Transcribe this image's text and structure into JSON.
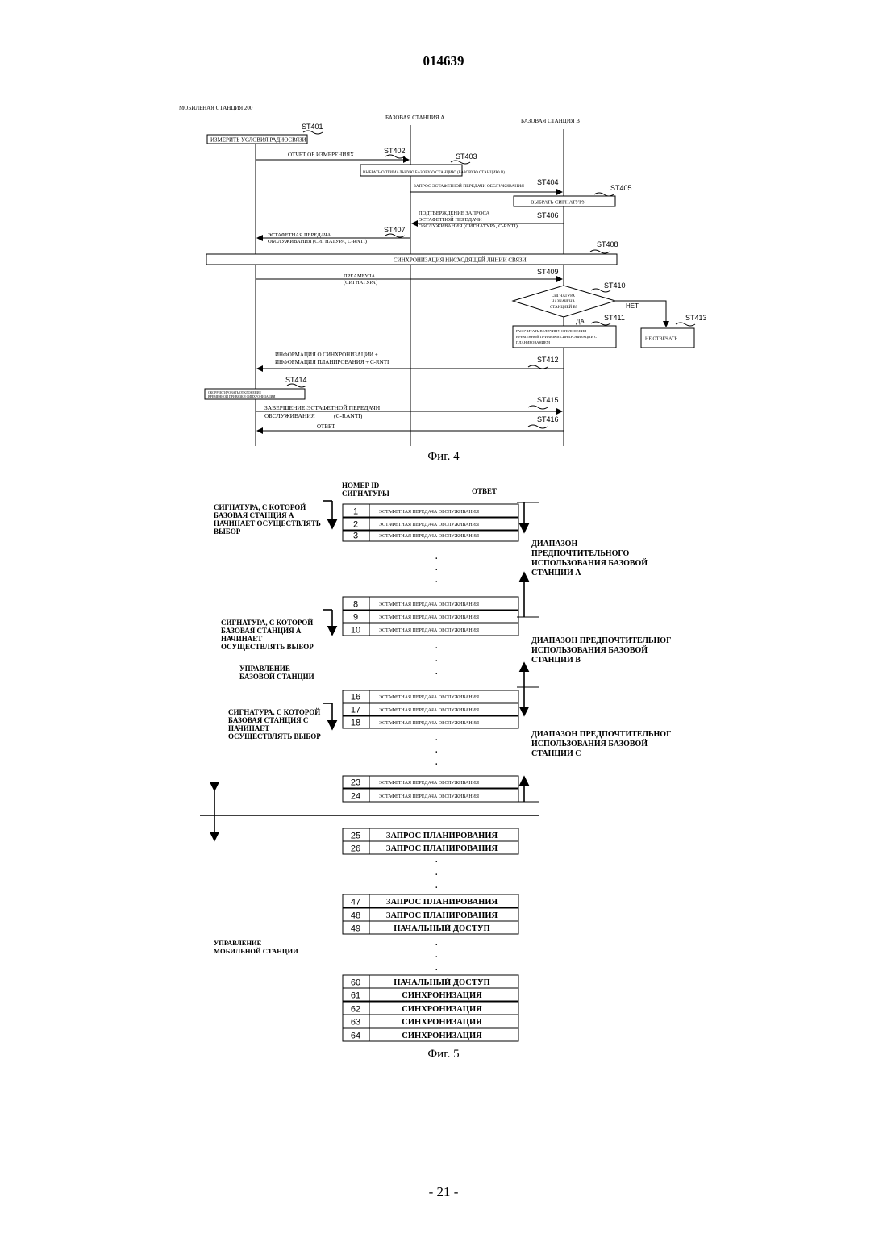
{
  "header": {
    "doc_number": "014639"
  },
  "footer": {
    "page": "- 21 -"
  },
  "fig4": {
    "caption": "Фиг. 4",
    "lanes": [
      "МОБИЛЬНАЯ СТАНЦИЯ 200",
      "БАЗОВАЯ СТАНЦИЯ A",
      "БАЗОВАЯ СТАНЦИЯ B"
    ],
    "steps": [
      {
        "id": "ST401",
        "text": "ИЗМЕРИТЬ УСЛОВИЯ РАДИОСВЯЗИ"
      },
      {
        "id": "ST402",
        "text": "ОТЧЕТ ОБ ИЗМЕРЕНИЯХ"
      },
      {
        "id": "ST403",
        "text": "ВЫБРАТЬ ОПТИМАЛЬНУЮ БАЗОВУЮ СТАНЦИЮ (БАЗОВУЮ СТАНЦИЮ B)"
      },
      {
        "id": "ST404",
        "text": "ЗАПРОС ЭСТАФЕТНОЙ ПЕРЕДАЧИ ОБСЛУЖИВАНИЯ"
      },
      {
        "id": "ST405",
        "text": "ВЫБРАТЬ СИГНАТУРУ"
      },
      {
        "id": "ST406",
        "text": [
          "ПОДТВЕРЖДЕНИЕ ЗАПРОСА",
          "ЭСТАФЕТНОЙ ПЕРЕДАЧИ",
          "ОБСЛУЖИВАНИЯ (СИГНАТУРА, C-RNTI)"
        ]
      },
      {
        "id": "ST407",
        "text": [
          "ЭСТАФЕТНАЯ ПЕРЕДАЧА",
          "ОБСЛУЖИВАНИЯ (СИГНАТУРА, C-RNTI)"
        ]
      },
      {
        "id": "ST408",
        "text": "СИНХРОНИЗАЦИЯ НИСХОДЯЩЕЙ ЛИНИИ СВЯЗИ"
      },
      {
        "id": "ST409",
        "text": [
          "ПРЕАМБУЛА",
          "(СИГНАТУРА)"
        ]
      },
      {
        "id": "ST410",
        "text": [
          "СИГНАТУРА",
          "НАЗНАЧЕНА",
          "СТАНЦИЕЙ B?"
        ]
      },
      {
        "id": "ST411",
        "text": [
          "РАССЧИТАТЬ ВЕЛИЧИНУ ОТКЛОНЕНИЯ",
          "ВРЕМЕННОЙ ПРИВЯЗКИ СИНХРОНИЗАЦИИ С",
          "ПЛАНИРОВАНИЕМ"
        ]
      },
      {
        "id": "ST412",
        "text": [
          "ИНФОРМАЦИЯ О СИНХРОНИЗАЦИИ +",
          "ИНФОРМАЦИЯ ПЛАНИРОВАНИЯ + C-RNTI"
        ]
      },
      {
        "id": "ST413",
        "text": "НЕ ОТВЕЧАТЬ"
      },
      {
        "id": "ST414",
        "text": [
          "СКОРРЕКТИРОВАТЬ ОТКЛОНЕНИЕ",
          "ВРЕМЕННОЙ ПРИВЯЗКИ СИНХРОНИЗАЦИИ"
        ]
      },
      {
        "id": "ST415",
        "text": [
          "ЗАВЕРШЕНИЕ ЭСТАФЕТНОЙ ПЕРЕДАЧИ",
          "ОБСЛУЖИВАНИЯ",
          "(C-RANTI)"
        ]
      },
      {
        "id": "ST416",
        "text": "ОТВЕТ"
      }
    ],
    "decision_no": "НЕТ",
    "decision_yes": "ДА"
  },
  "fig5": {
    "caption": "Фиг. 5",
    "col_id": [
      "НОМЕР ID",
      "СИГНАТУРЫ"
    ],
    "col_resp": "ОТВЕТ",
    "rows": [
      {
        "id": "1",
        "resp": "ЭСТАФЕТНАЯ ПЕРЕДАЧА ОБСЛУЖИВАНИЯ"
      },
      {
        "id": "2",
        "resp": "ЭСТАФЕТНАЯ ПЕРЕДАЧА ОБСЛУЖИВАНИЯ"
      },
      {
        "id": "3",
        "resp": "ЭСТАФЕТНАЯ ПЕРЕДАЧА ОБСЛУЖИВАНИЯ"
      },
      {
        "id": "8",
        "resp": "ЭСТАФЕТНАЯ ПЕРЕДАЧА ОБСЛУЖИВАНИЯ"
      },
      {
        "id": "9",
        "resp": "ЭСТАФЕТНАЯ ПЕРЕДАЧА ОБСЛУЖИВАНИЯ"
      },
      {
        "id": "10",
        "resp": "ЭСТАФЕТНАЯ ПЕРЕДАЧА ОБСЛУЖИВАНИЯ"
      },
      {
        "id": "16",
        "resp": "ЭСТАФЕТНАЯ ПЕРЕДАЧА ОБСЛУЖИВАНИЯ"
      },
      {
        "id": "17",
        "resp": "ЭСТАФЕТНАЯ ПЕРЕДАЧА ОБСЛУЖИВАНИЯ"
      },
      {
        "id": "18",
        "resp": "ЭСТАФЕТНАЯ ПЕРЕДАЧА ОБСЛУЖИВАНИЯ"
      },
      {
        "id": "23",
        "resp": "ЭСТАФЕТНАЯ ПЕРЕДАЧА ОБСЛУЖИВАНИЯ"
      },
      {
        "id": "24",
        "resp": "ЭСТАФЕТНАЯ ПЕРЕДАЧА ОБСЛУЖИВАНИЯ"
      },
      {
        "id": "25",
        "resp": "ЗАПРОС ПЛАНИРОВАНИЯ"
      },
      {
        "id": "26",
        "resp": "ЗАПРОС ПЛАНИРОВАНИЯ"
      },
      {
        "id": "47",
        "resp": "ЗАПРОС ПЛАНИРОВАНИЯ"
      },
      {
        "id": "48",
        "resp": "ЗАПРОС ПЛАНИРОВАНИЯ"
      },
      {
        "id": "49",
        "resp": "НАЧАЛЬНЫЙ ДОСТУП"
      },
      {
        "id": "60",
        "resp": "НАЧАЛЬНЫЙ ДОСТУП"
      },
      {
        "id": "61",
        "resp": "СИНХРОНИЗАЦИЯ"
      },
      {
        "id": "62",
        "resp": "СИНХРОНИЗАЦИЯ"
      },
      {
        "id": "63",
        "resp": "СИНХРОНИЗАЦИЯ"
      },
      {
        "id": "64",
        "resp": "СИНХРОНИЗАЦИЯ"
      }
    ],
    "left_notes": [
      [
        "СИГНАТУРА, С КОТОРОЙ",
        "БАЗОВАЯ СТАНЦИЯ A",
        "НАЧИНАЕТ ОСУЩЕСТВЛЯТЬ",
        "ВЫБОР"
      ],
      [
        "СИГНАТУРА, С КОТОРОЙ",
        "БАЗОВАЯ СТАНЦИЯ A",
        "НАЧИНАЕТ",
        "ОСУЩЕСТВЛЯТЬ ВЫБОР"
      ],
      [
        "СИГНАТУРА, С КОТОРОЙ",
        "БАЗОВАЯ СТАНЦИЯ С",
        "НАЧИНАЕТ",
        "ОСУЩЕСТВЛЯТЬ ВЫБОР"
      ]
    ],
    "bs_control": [
      "УПРАВЛЕНИЕ",
      "БАЗОВОЙ СТАНЦИИ"
    ],
    "ms_control": [
      "УПРАВЛЕНИЕ",
      "МОБИЛЬНОЙ СТАНЦИИ"
    ],
    "ranges": [
      [
        "ДИАПАЗОН",
        "ПРЕДПОЧТИТЕЛЬНОГО",
        "ИСПОЛЬЗОВАНИЯ БАЗОВОЙ",
        "СТАНЦИИ A"
      ],
      [
        "ДИАПАЗОН ПРЕДПОЧТИТЕЛЬНОГ",
        "ИСПОЛЬЗОВАНИЯ БАЗОВОЙ",
        "СТАНЦИИ B"
      ],
      [
        "ДИАПАЗОН ПРЕДПОЧТИТЕЛЬНОГ",
        "ИСПОЛЬЗОВАНИЯ БАЗОВОЙ",
        "СТАНЦИИ С"
      ]
    ]
  }
}
